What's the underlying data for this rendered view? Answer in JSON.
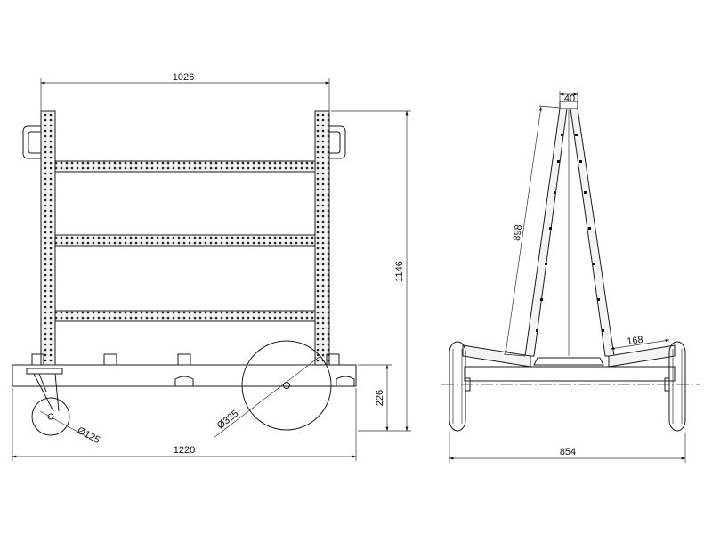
{
  "front_view": {
    "dim_width_top": "1026",
    "dim_height": "1146",
    "dim_base_height": "226",
    "dim_width_bottom": "1220",
    "dim_small_wheel": "Ø125",
    "dim_large_wheel": "Ø325"
  },
  "side_view": {
    "dim_top_width": "40",
    "dim_arm_length": "898",
    "dim_foot": "168",
    "dim_track_width": "854"
  }
}
